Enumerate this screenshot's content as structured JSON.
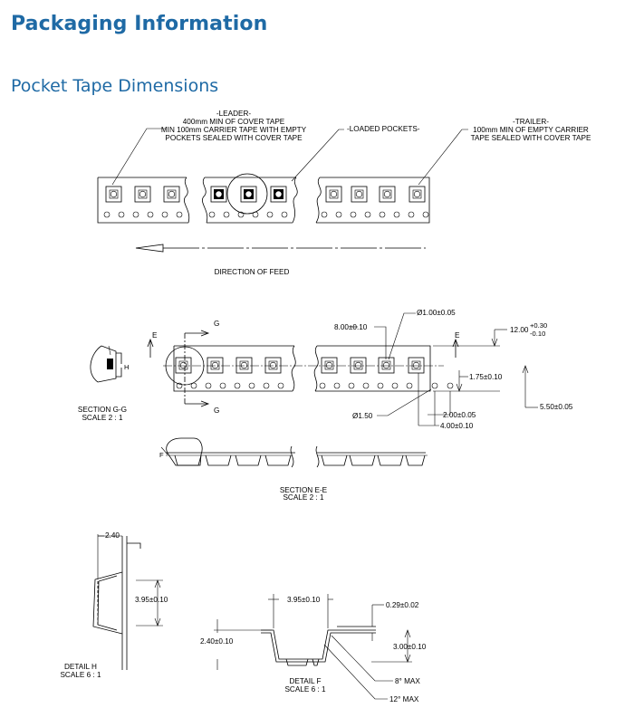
{
  "page": {
    "title": "Packaging Information",
    "section_title": "Pocket Tape Dimensions"
  },
  "feed": {
    "leader_heading": "-LEADER-",
    "leader_line1": "400mm MIN OF COVER TAPE",
    "leader_line2": "MIN 100mm CARRIER TAPE WITH EMPTY",
    "leader_line3": "POCKETS SEALED WITH COVER TAPE",
    "loaded_label": "-LOADED POCKETS-",
    "trailer_heading": "-TRAILER-",
    "trailer_line1": "100mm MIN OF EMPTY CARRIER",
    "trailer_line2": "TAPE SEALED WITH COVER TAPE",
    "direction_label": "DIRECTION OF FEED"
  },
  "tape": {
    "section_g_letter": "G",
    "section_e_letter": "E",
    "dim_hole_dia": "Ø1.00±0.05",
    "dim_pitch": "8.00±0.10",
    "dim_width": "12.00",
    "dim_width_tol_plus": "+0.30",
    "dim_width_tol_minus": "-0.10",
    "dim_edge": "1.75±0.10",
    "dim_center": "5.50±0.05",
    "dim_sprocket_dia": "Ø1.50",
    "dim_hole_offset": "2.00±0.05",
    "dim_sprocket_pitch": "4.00±0.10",
    "section_gg_line1": "SECTION G-G",
    "section_gg_line2": "SCALE 2 : 1",
    "section_gg_letter": "H",
    "section_ee_line1": "SECTION E-E",
    "section_ee_line2": "SCALE 2 : 1",
    "section_ee_letter": "F"
  },
  "detail_h": {
    "dim_top": "2.40",
    "dim_pocket": "3.95±0.10",
    "label_line1": "DETAIL H",
    "label_line2": "SCALE 6 : 1"
  },
  "detail_f": {
    "dim_top_width": "3.95±0.10",
    "dim_cover": "0.29±0.02",
    "dim_depth_left": "2.40±0.10",
    "dim_depth_right": "3.00±0.10",
    "dim_angle_1": "8° MAX",
    "dim_angle_2": "12° MAX",
    "label_line1": "DETAIL F",
    "label_line2": "SCALE 6 : 1"
  }
}
